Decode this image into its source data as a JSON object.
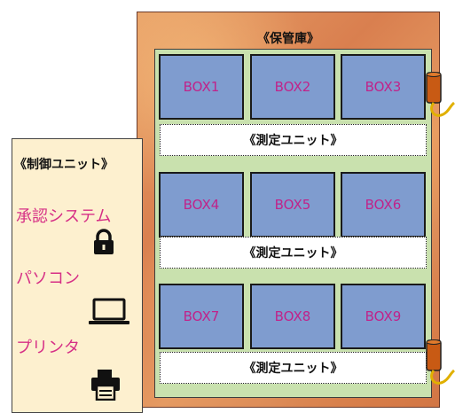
{
  "vault": {
    "title": "《保管庫》",
    "rows": [
      {
        "boxes": [
          "BOX1",
          "BOX2",
          "BOX3"
        ],
        "unit": "《測定ユニット》"
      },
      {
        "boxes": [
          "BOX4",
          "BOX5",
          "BOX6"
        ],
        "unit": "《測定ユニット》"
      },
      {
        "boxes": [
          "BOX7",
          "BOX8",
          "BOX9"
        ],
        "unit": "《測定ユニット》"
      }
    ]
  },
  "control": {
    "title": "《制御ユニット》",
    "items": [
      {
        "label": "承認システム",
        "icon": "lock-icon"
      },
      {
        "label": "パソコン",
        "icon": "laptop-icon"
      },
      {
        "label": "プリンタ",
        "icon": "printer-icon"
      }
    ]
  },
  "colors": {
    "box_fill": "#7f9ccf",
    "box_text": "#c0238a",
    "inner_fill": "#c9e1ae",
    "control_fill": "#fdf0cf",
    "control_text": "#d62f86"
  }
}
